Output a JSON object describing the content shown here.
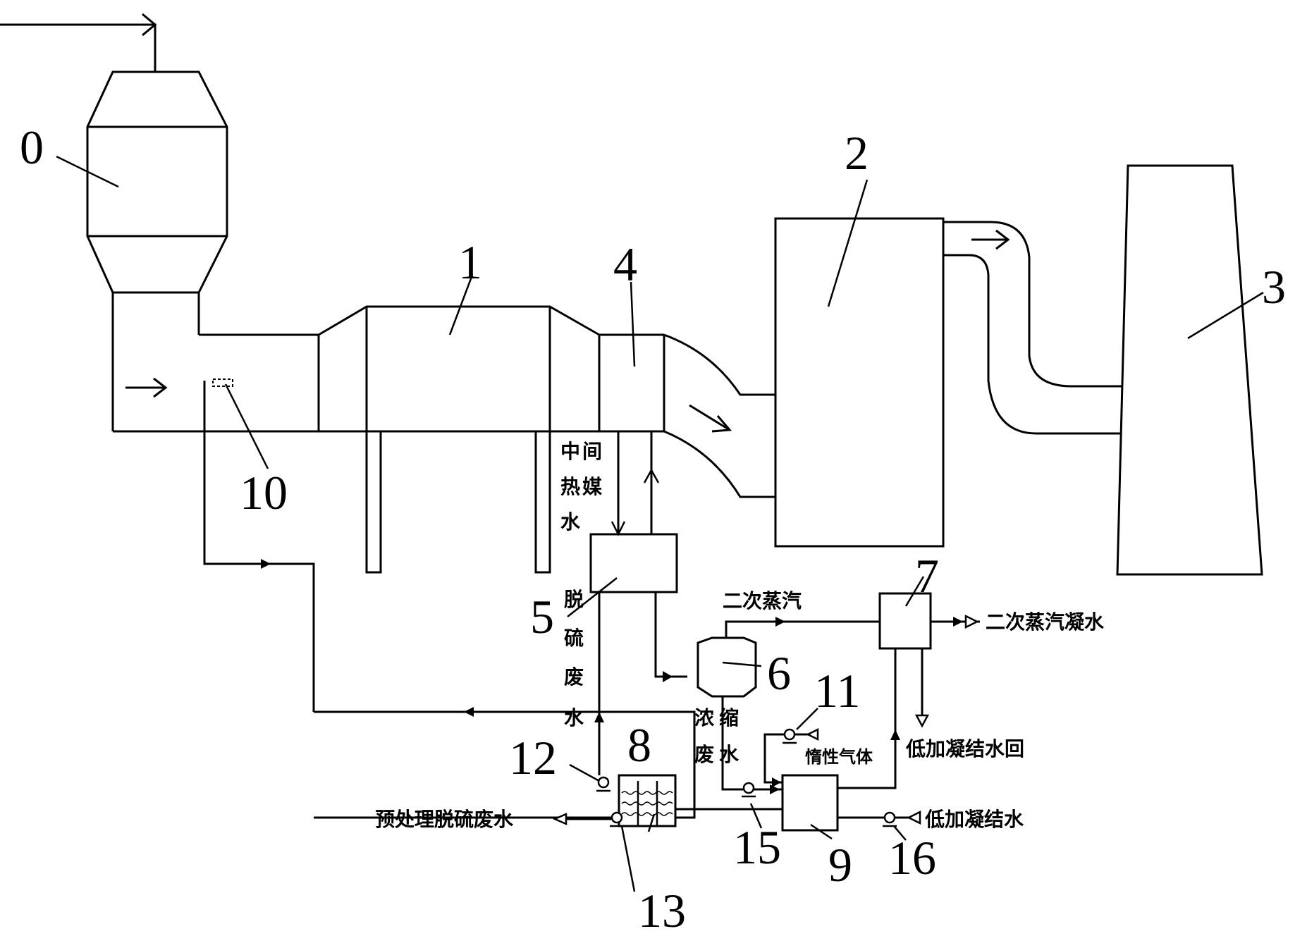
{
  "numbers": {
    "n0": "0",
    "n1": "1",
    "n2": "2",
    "n3": "3",
    "n4": "4",
    "n5": "5",
    "n6": "6",
    "n7": "7",
    "n8": "8",
    "n9": "9",
    "n10": "10",
    "n11": "11",
    "n12": "12",
    "n13": "13",
    "n15": "15",
    "n16": "16"
  },
  "labels": {
    "intermediate_heat_water": [
      "中",
      "间",
      "热",
      "媒",
      "水"
    ],
    "desulfurization_wastewater": [
      "脱",
      "硫",
      "废",
      "水"
    ],
    "concentrated_wastewater": [
      "浓",
      "缩",
      "废",
      "水"
    ],
    "secondary_steam": "二次蒸汽",
    "secondary_steam_condensate": "二次蒸汽凝水",
    "low_pressure_condensate_return": "低加凝结水回",
    "inert_gas": "惰性气体",
    "pretreated_desulfurization_wastewater": "预处理脱硫废水",
    "low_pressure_condensate": "低加凝结水"
  }
}
